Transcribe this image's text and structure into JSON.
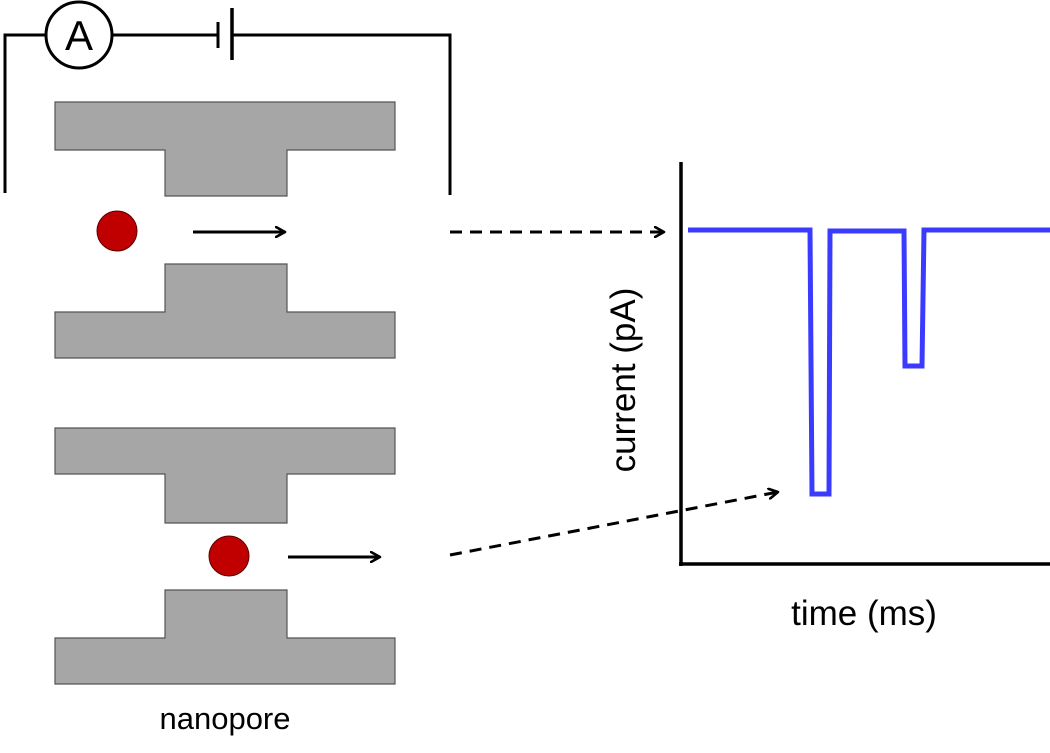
{
  "ammeter": {
    "symbol": "A"
  },
  "labels": {
    "nanopore": "nanopore",
    "y_axis": "current (pA)",
    "x_axis": "time (ms)"
  },
  "colors": {
    "membrane": "#a6a6a6",
    "particle": "#c00000",
    "trace": "#3b3bff",
    "line": "#000000"
  },
  "icons": [
    "ammeter-icon",
    "battery-icon",
    "particle-icon",
    "arrow-icon"
  ]
}
